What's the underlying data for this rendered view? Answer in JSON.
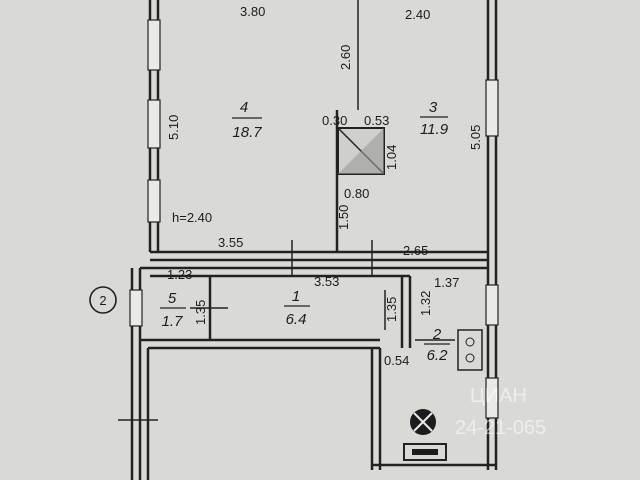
{
  "dimensions": {
    "top_left": "3.80",
    "top_right": "2.40",
    "partition_upper": "2.60",
    "left_wall": "5.10",
    "right_wall": "5.05",
    "chimney_a": "0.30",
    "chimney_b": "0.53",
    "chimney_c": "1.04",
    "chimney_d": "0.80",
    "partition_lower": "1.50",
    "height": "h=2.40",
    "bottom_left": "3.55",
    "bottom_right": "2.65",
    "room5_width": "1.23",
    "room1_width": "3.53",
    "room2_width": "1.37",
    "room5_depth": "1.35",
    "room1_depth": "1.35",
    "room2_depth": "1.32",
    "room2_side": "0.54"
  },
  "rooms": [
    {
      "number": "4",
      "area": "18.7"
    },
    {
      "number": "3",
      "area": "11.9"
    },
    {
      "number": "5",
      "area": "1.7"
    },
    {
      "number": "1",
      "area": "6.4"
    },
    {
      "number": "2",
      "area": "6.2"
    }
  ],
  "marker": "2",
  "watermark": {
    "brand": "ЦИАН",
    "phone": "24-21-065"
  }
}
